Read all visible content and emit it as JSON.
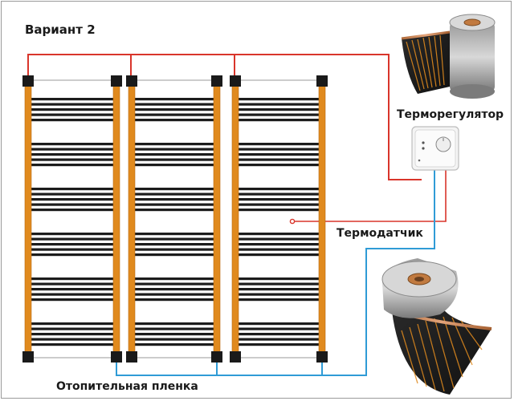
{
  "title": "Вариант 2",
  "labels": {
    "thermostat": "Терморегулятор",
    "sensor": "Термодатчик",
    "film": "Отопительная пленка"
  },
  "colors": {
    "supply_wire": "#d9352b",
    "return_wire": "#2f9bd6",
    "bus_strip": "#e08a1e",
    "heating_stripe": "#1c1c1c",
    "clamp": "#1a1a1a"
  },
  "icons": {
    "thermostat": "thermostat-icon",
    "film_roll": "film-roll-icon"
  }
}
